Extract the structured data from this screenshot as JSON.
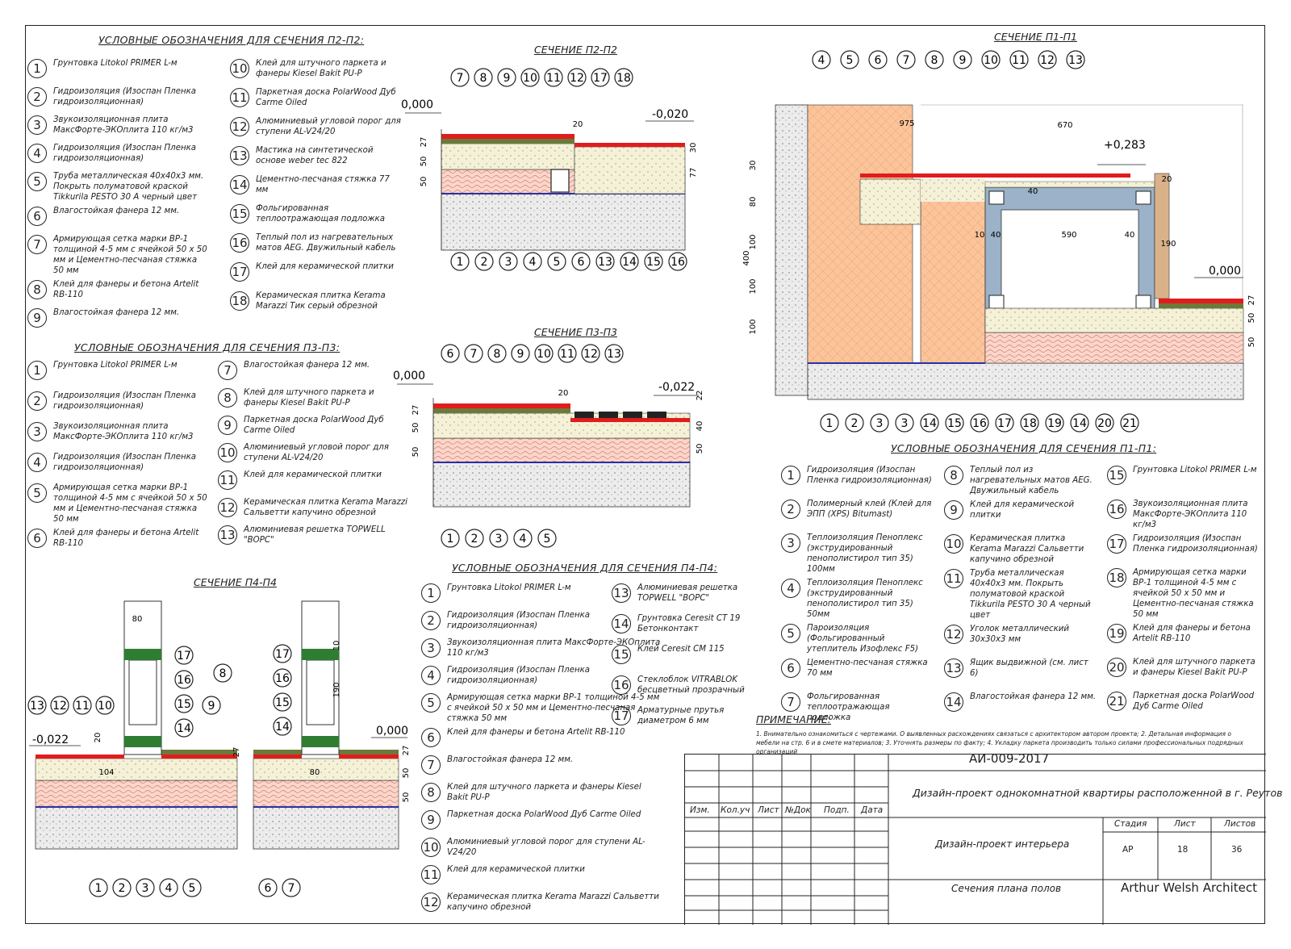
{
  "sheet": {
    "code": "АИ-009-2017"
  },
  "legend_p2": {
    "title": "УСЛОВНЫЕ ОБОЗНАЧЕНИЯ ДЛЯ СЕЧЕНИЯ П2-П2:",
    "items": [
      {
        "n": "1",
        "t": "Грунтовка Litokol PRIMER L-м"
      },
      {
        "n": "2",
        "t": "Гидроизоляция (Изоспан Пленка гидроизоляционная)"
      },
      {
        "n": "3",
        "t": "Звукоизоляционная плита МаксФорте-ЭКОплита 110 кг/м3"
      },
      {
        "n": "4",
        "t": "Гидроизоляция (Изоспан Пленка гидроизоляционная)"
      },
      {
        "n": "5",
        "t": "Труба металлическая 40х40х3 мм. Покрыть полуматовой краской Tikkurila PESTO 30 A черный цвет"
      },
      {
        "n": "6",
        "t": "Влагостойкая фанера 12 мм."
      },
      {
        "n": "7",
        "t": "Армирующая сетка марки ВР-1 толщиной 4-5 мм с ячейкой 50 х 50 мм и Цементно-песчаная стяжка 50 мм"
      },
      {
        "n": "8",
        "t": "Клей для фанеры и бетона Artelit RB-110"
      },
      {
        "n": "9",
        "t": "Влагостойкая фанера 12 мм."
      },
      {
        "n": "10",
        "t": "Клей для штучного паркета и фанеры Kiesel Bakit PU-P"
      },
      {
        "n": "11",
        "t": "Паркетная доска PolarWood Дуб Carme Oiled"
      },
      {
        "n": "12",
        "t": "Алюминиевый угловой порог для ступени AL-V24/20"
      },
      {
        "n": "13",
        "t": "Мастика на синтетической основе weber tec 822"
      },
      {
        "n": "14",
        "t": "Цементно-песчаная стяжка 77 мм"
      },
      {
        "n": "15",
        "t": "Фольгированная теплоотражающая подложка"
      },
      {
        "n": "16",
        "t": "Теплый пол из нагревательных матов AEG. Двужильный кабель"
      },
      {
        "n": "17",
        "t": "Клей для керамической плитки"
      },
      {
        "n": "18",
        "t": "Керамическая плитка Kerama Marazzi Тик серый обрезной"
      }
    ]
  },
  "legend_p3": {
    "title": "УСЛОВНЫЕ ОБОЗНАЧЕНИЯ ДЛЯ СЕЧЕНИЯ П3-П3:",
    "items": [
      {
        "n": "1",
        "t": "Грунтовка Litokol PRIMER L-м"
      },
      {
        "n": "2",
        "t": "Гидроизоляция (Изоспан Пленка гидроизоляционная)"
      },
      {
        "n": "3",
        "t": "Звукоизоляционная плита МаксФорте-ЭКОплита 110 кг/м3"
      },
      {
        "n": "4",
        "t": "Гидроизоляция (Изоспан Пленка гидроизоляционная)"
      },
      {
        "n": "5",
        "t": "Армирующая сетка марки ВР-1 толщиной 4-5 мм с ячейкой 50 х 50 мм и Цементно-песчаная стяжка 50 мм"
      },
      {
        "n": "6",
        "t": "Клей для фанеры и бетона Artelit RB-110"
      },
      {
        "n": "7",
        "t": "Влагостойкая фанера 12 мм."
      },
      {
        "n": "8",
        "t": "Клей для штучного паркета и фанеры Kiesel Bakit PU-P"
      },
      {
        "n": "9",
        "t": "Паркетная доска PolarWood Дуб Carme Oiled"
      },
      {
        "n": "10",
        "t": "Алюминиевый угловой порог для ступени AL-V24/20"
      },
      {
        "n": "11",
        "t": "Клей для керамической плитки"
      },
      {
        "n": "12",
        "t": "Керамическая плитка Kerama Marazzi Сальветти капучино обрезной"
      },
      {
        "n": "13",
        "t": "Алюминиевая решетка TOPWELL \"ВОРС\""
      }
    ]
  },
  "legend_p4": {
    "title": "УСЛОВНЫЕ ОБОЗНАЧЕНИЯ ДЛЯ СЕЧЕНИЯ П4-П4:",
    "items": [
      {
        "n": "1",
        "t": "Грунтовка Litokol PRIMER L-м"
      },
      {
        "n": "2",
        "t": "Гидроизоляция (Изоспан Пленка гидроизоляционная)"
      },
      {
        "n": "3",
        "t": "Звукоизоляционная плита МаксФорте-ЭКОплита 110 кг/м3"
      },
      {
        "n": "4",
        "t": "Гидроизоляция (Изоспан Пленка гидроизоляционная)"
      },
      {
        "n": "5",
        "t": "Армирующая сетка марки ВР-1 толщиной 4-5 мм с ячейкой 50 х 50 мм и Цементно-песчаная стяжка 50 мм"
      },
      {
        "n": "6",
        "t": "Клей для фанеры и бетона Artelit RB-110"
      },
      {
        "n": "7",
        "t": "Влагостойкая фанера 12 мм."
      },
      {
        "n": "8",
        "t": "Клей для штучного паркета и фанеры Kiesel Bakit PU-P"
      },
      {
        "n": "9",
        "t": "Паркетная доска PolarWood Дуб Carme Oiled"
      },
      {
        "n": "10",
        "t": "Алюминиевый угловой порог для ступени AL-V24/20"
      },
      {
        "n": "11",
        "t": "Клей для керамической плитки"
      },
      {
        "n": "12",
        "t": "Керамическая плитка Kerama Marazzi Сальветти капучино обрезной"
      },
      {
        "n": "13",
        "t": "Алюминиевая решетка TOPWELL \"ВОРС\""
      },
      {
        "n": "14",
        "t": "Грунтовка Ceresit CT 19 Бетонконтакт"
      },
      {
        "n": "15",
        "t": "Клей Ceresit CM 115"
      },
      {
        "n": "16",
        "t": "Стеклоблок VITRABLOK бесцветный прозрачный"
      },
      {
        "n": "17",
        "t": "Арматурные прутья диаметром 6 мм"
      }
    ]
  },
  "legend_p1": {
    "title": "УСЛОВНЫЕ ОБОЗНАЧЕНИЯ ДЛЯ СЕЧЕНИЯ П1-П1:",
    "items": [
      {
        "n": "1",
        "t": "Гидроизоляция (Изоспан Пленка гидроизоляционная)"
      },
      {
        "n": "2",
        "t": "Полимерный клей (Клей для ЭПП (XPS) Bitumast)"
      },
      {
        "n": "3",
        "t": "Теплоизоляция Пеноплекс (экструдированный пенополистирол тип 35) 100мм"
      },
      {
        "n": "4",
        "t": "Теплоизоляция Пеноплекс (экструдированный пенополистирол тип 35) 50мм"
      },
      {
        "n": "5",
        "t": "Пароизоляция (Фольгированный утеплитель Изофлекс F5)"
      },
      {
        "n": "6",
        "t": "Цементно-песчаная стяжка 70 мм"
      },
      {
        "n": "7",
        "t": "Фольгированная теплоотражающая подложка"
      },
      {
        "n": "8",
        "t": "Теплый пол из нагревательных матов AEG. Двужильный кабель"
      },
      {
        "n": "9",
        "t": "Клей для керамической плитки"
      },
      {
        "n": "10",
        "t": "Керамическая плитка Kerama Marazzi Сальветти капучино обрезной"
      },
      {
        "n": "11",
        "t": "Труба металлическая 40х40х3 мм. Покрыть полуматовой краской Tikkurila PESTO 30 A черный цвет"
      },
      {
        "n": "12",
        "t": "Уголок металлический 30х30х3 мм"
      },
      {
        "n": "13",
        "t": "Ящик выдвижной (см. лист 6)"
      },
      {
        "n": "14",
        "t": "Влагостойкая фанера 12 мм."
      },
      {
        "n": "15",
        "t": "Грунтовка Litokol PRIMER L-м"
      },
      {
        "n": "16",
        "t": "Звукоизоляционная плита МаксФорте-ЭКОплита 110 кг/м3"
      },
      {
        "n": "17",
        "t": "Гидроизоляция (Изоспан Пленка гидроизоляционная)"
      },
      {
        "n": "18",
        "t": "Армирующая сетка марки ВР-1 толщиной 4-5 мм с ячейкой 50 х 50 мм и Цементно-песчаная стяжка 50 мм"
      },
      {
        "n": "19",
        "t": "Клей для фанеры и бетона Artelit RB-110"
      },
      {
        "n": "20",
        "t": "Клей для штучного паркета и фанеры Kiesel Bakit PU-P"
      },
      {
        "n": "21",
        "t": "Паркетная доска PolarWood Дуб Carme Oiled"
      }
    ]
  },
  "sections": {
    "p2": {
      "title": "СЕЧЕНИЕ П2-П2",
      "level_left": "0,000",
      "level_right": "-0,020",
      "top_labels": [
        "7",
        "8",
        "9",
        "10",
        "11",
        "12",
        "17",
        "18"
      ],
      "bottom_labels": [
        "1",
        "2",
        "3",
        "4",
        "5",
        "6",
        "13",
        "14",
        "15",
        "16"
      ],
      "dims": [
        "27",
        "50",
        "50",
        "20",
        "30",
        "77"
      ]
    },
    "p3": {
      "title": "СЕЧЕНИЕ П3-П3",
      "level_left": "0,000",
      "level_right": "-0,022",
      "top_labels": [
        "6",
        "7",
        "8",
        "9",
        "10",
        "11",
        "12",
        "13"
      ],
      "bottom_labels": [
        "1",
        "2",
        "3",
        "4",
        "5"
      ],
      "dims": [
        "27",
        "50",
        "50",
        "20",
        "22",
        "40",
        "50"
      ]
    },
    "p4": {
      "title": "СЕЧЕНИЕ П4-П4",
      "level_left": "-0,022",
      "level_right": "0,000",
      "labels_a": [
        "17",
        "16",
        "15",
        "14",
        "8",
        "9",
        "13",
        "12",
        "11",
        "10"
      ],
      "labels_b": [
        "17",
        "16",
        "15",
        "14"
      ],
      "bottom_labels_a": [
        "1",
        "2",
        "3",
        "4",
        "5"
      ],
      "bottom_labels_b": [
        "6",
        "7"
      ],
      "dims": [
        "80",
        "104",
        "20",
        "27",
        "190",
        "80",
        "27",
        "50",
        "50",
        "10"
      ]
    },
    "p1": {
      "title": "СЕЧЕНИЕ П1-П1",
      "level_mid": "+0,283",
      "level_right": "0,000",
      "top_labels": [
        "4",
        "5",
        "6",
        "7",
        "8",
        "9",
        "10",
        "11",
        "12",
        "13"
      ],
      "bottom_labels": [
        "1",
        "2",
        "3",
        "3",
        "14",
        "15",
        "16",
        "17",
        "18",
        "19",
        "14",
        "20",
        "21"
      ],
      "dims": [
        "975",
        "670",
        "590",
        "400",
        "30",
        "80",
        "100",
        "100",
        "100",
        "10",
        "40",
        "40",
        "40",
        "20",
        "190",
        "27",
        "50",
        "50"
      ]
    }
  },
  "note": {
    "title": "ПРИМЕЧАНИЕ:",
    "text": "1. Внимательно ознакомиться с чертежами. О выявленных расхождениях связаться с архитектором автором проекта; 2. Детальная информация о мебели на стр. 6 и в смете материалов; 3. Уточнять размеры по факту; 4. Укладку паркета производить только силами профессиональных подрядных организаций"
  },
  "title_block": {
    "code": "АИ-009-2017",
    "project": "Дизайн-проект однокомнатной квартиры расположенной в г. Реутов",
    "cols": [
      "Изм.",
      "Кол.уч",
      "Лист",
      "№Док",
      "Подп.",
      "Дата"
    ],
    "stage_label": "Дизайн-проект интерьера",
    "stage_h": "Стадия",
    "sheet_h": "Лист",
    "sheets_h": "Листов",
    "stage": "АР",
    "sheet": "18",
    "sheets": "36",
    "drawing": "Сечения плана полов",
    "firm": "Arthur Welsh Architect"
  },
  "colors": {
    "tile": "#e21c1c",
    "screed": "#f2efd4",
    "insul": "#f9d8c4",
    "concrete": "#ededed",
    "xps": "#fbc49a",
    "tube": "#9bb2c8",
    "plywood": "#6b7a3b",
    "membrane": "#2b2fa8"
  }
}
